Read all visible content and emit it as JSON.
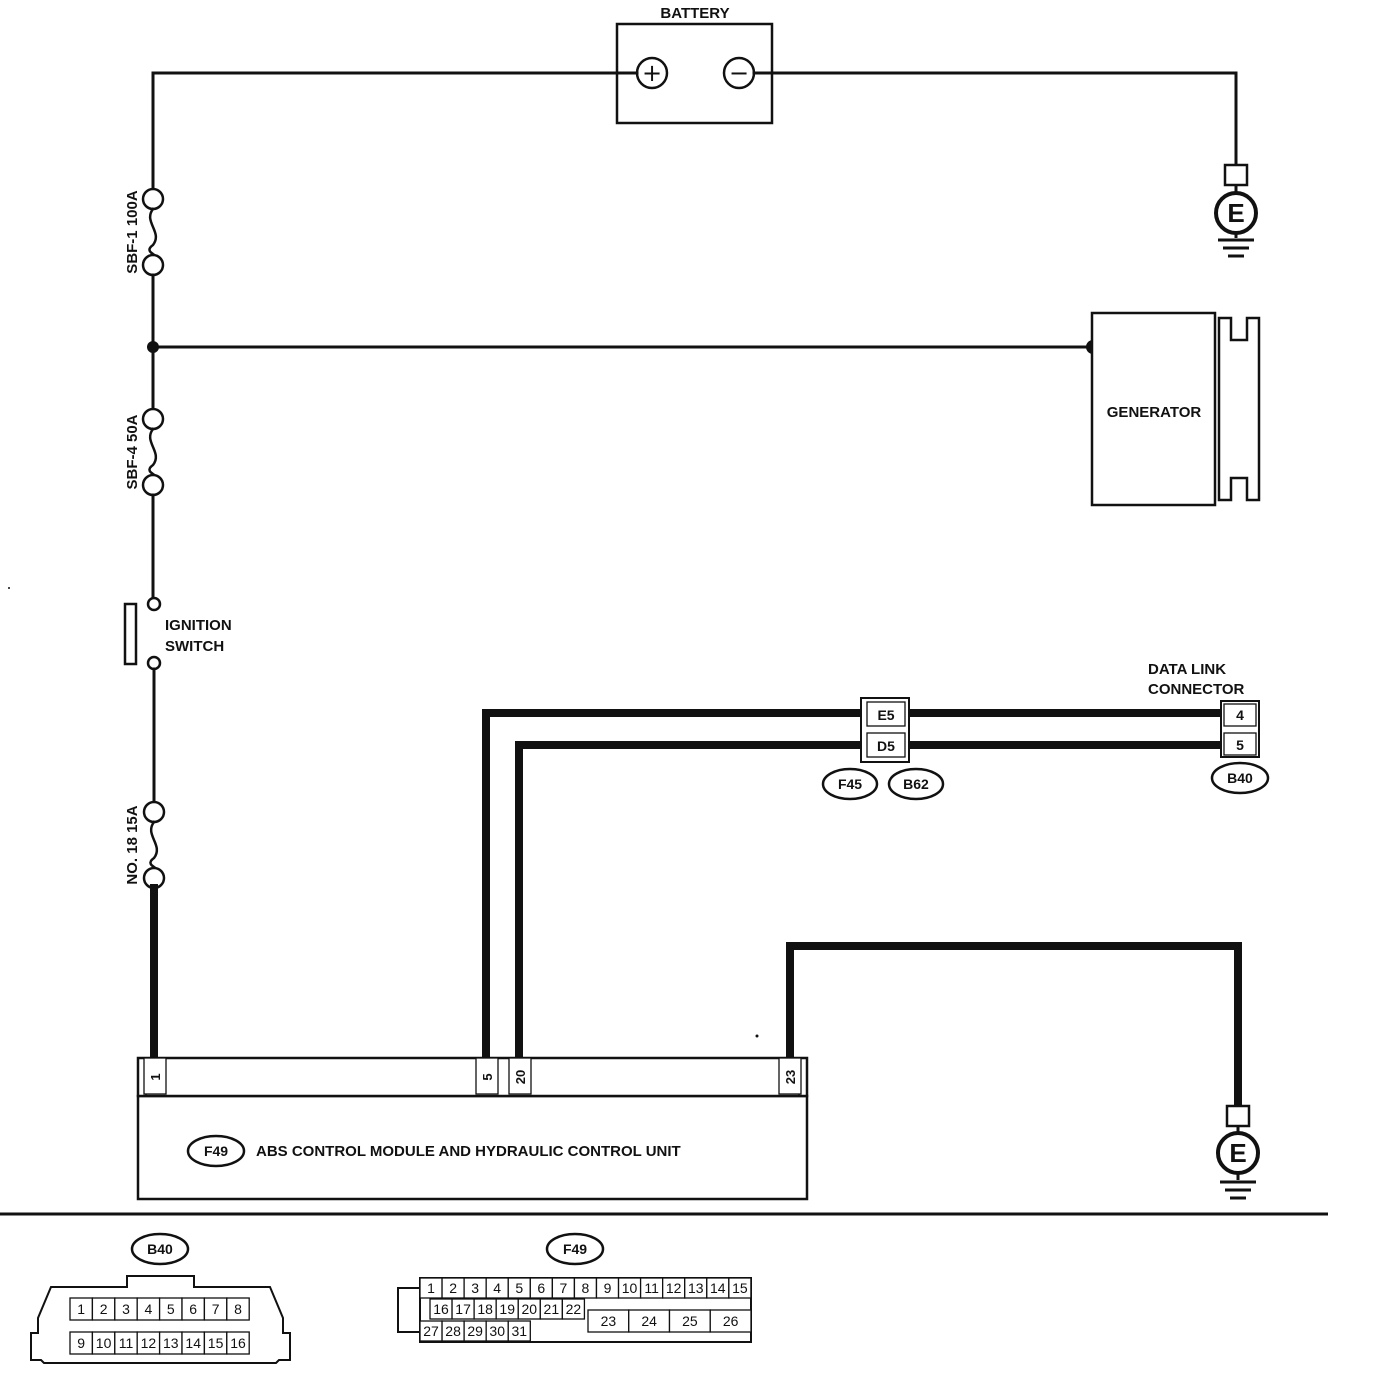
{
  "battery": {
    "label": "BATTERY",
    "plus_symbol": "+",
    "minus_symbol": "−"
  },
  "fuses": {
    "sbf1": "SBF-1 100A",
    "sbf4": "SBF-4 50A",
    "no18": "NO. 18 15A"
  },
  "ignition_switch": {
    "line1": "IGNITION",
    "line2": "SWITCH"
  },
  "generator": {
    "label": "GENERATOR"
  },
  "ground_label": "E",
  "data_link_connector": {
    "line1": "DATA LINK",
    "line2": "CONNECTOR",
    "pins": [
      "4",
      "5"
    ],
    "connector_id": "B40"
  },
  "intermediate_connector": {
    "pins": [
      "E5",
      "D5"
    ],
    "ids": [
      "F45",
      "B62"
    ]
  },
  "abs_module": {
    "connector_id": "F49",
    "label": "ABS CONTROL MODULE AND HYDRAULIC CONTROL UNIT",
    "pins": [
      "1",
      "5",
      "20",
      "23"
    ]
  },
  "b40_face": {
    "id": "B40",
    "row1": [
      "1",
      "2",
      "3",
      "4",
      "5",
      "6",
      "7",
      "8"
    ],
    "row2": [
      "9",
      "10",
      "11",
      "12",
      "13",
      "14",
      "15",
      "16"
    ]
  },
  "f49_face": {
    "id": "F49",
    "row1": [
      "1",
      "2",
      "3",
      "4",
      "5",
      "6",
      "7",
      "8",
      "9",
      "10",
      "11",
      "12",
      "13",
      "14",
      "15"
    ],
    "row2": [
      "16",
      "17",
      "18",
      "19",
      "20",
      "21",
      "22"
    ],
    "row3": [
      "27",
      "28",
      "29",
      "30",
      "31"
    ],
    "large": [
      "23",
      "24",
      "25",
      "26"
    ]
  }
}
